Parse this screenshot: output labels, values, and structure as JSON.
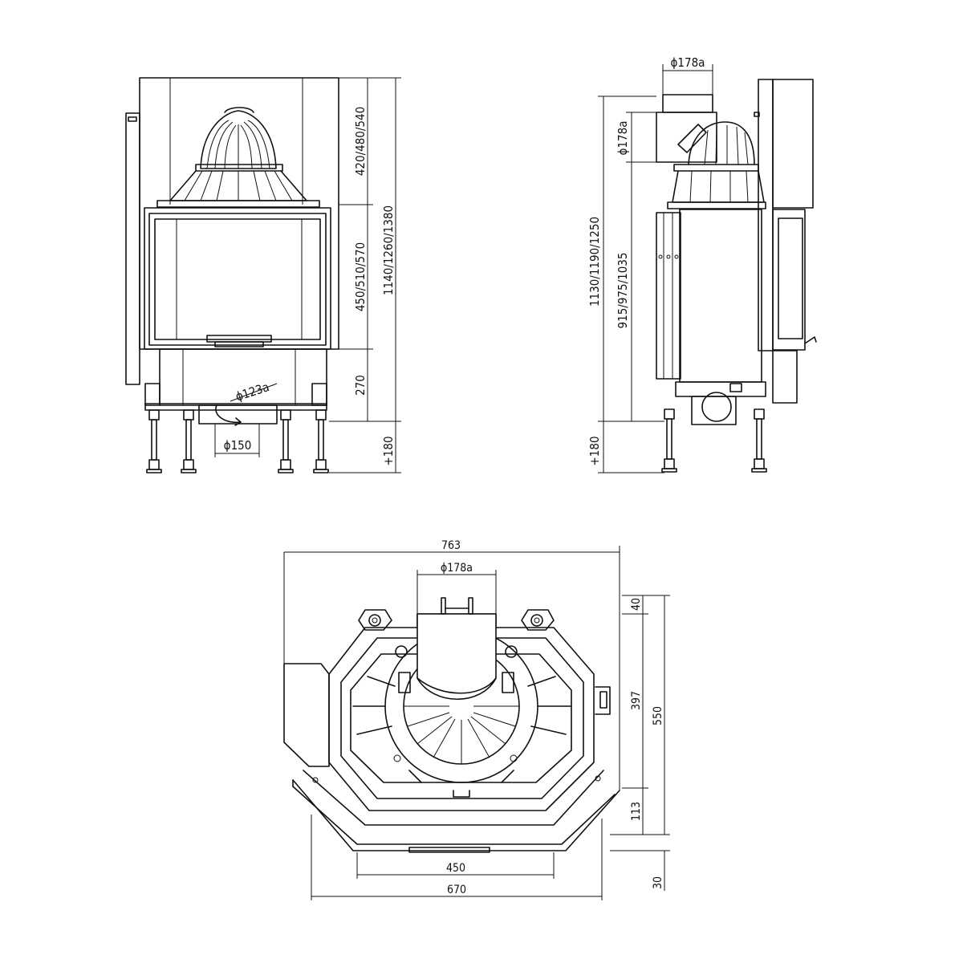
{
  "views": {
    "front": {
      "heights": [
        "420/480/540",
        "450/510/570",
        "270",
        "+180"
      ],
      "total_height": "1140/1260/1380",
      "flue_bottom": "ϕ123a",
      "flue_outlet": "ϕ150"
    },
    "side": {
      "flue_top": "ϕ178a",
      "flue_side": "ϕ178a",
      "total_height": "1130/1190/1250",
      "inner_height": "915/975/1035",
      "leg_height": "+180"
    },
    "top": {
      "width": "763",
      "flue": "ϕ178a",
      "depth_total": "550",
      "depth_inner": "397",
      "depth_top": "40",
      "depth_bottom": "113",
      "depth_glass": "30",
      "opening_width": "450",
      "front_width": "670"
    }
  }
}
